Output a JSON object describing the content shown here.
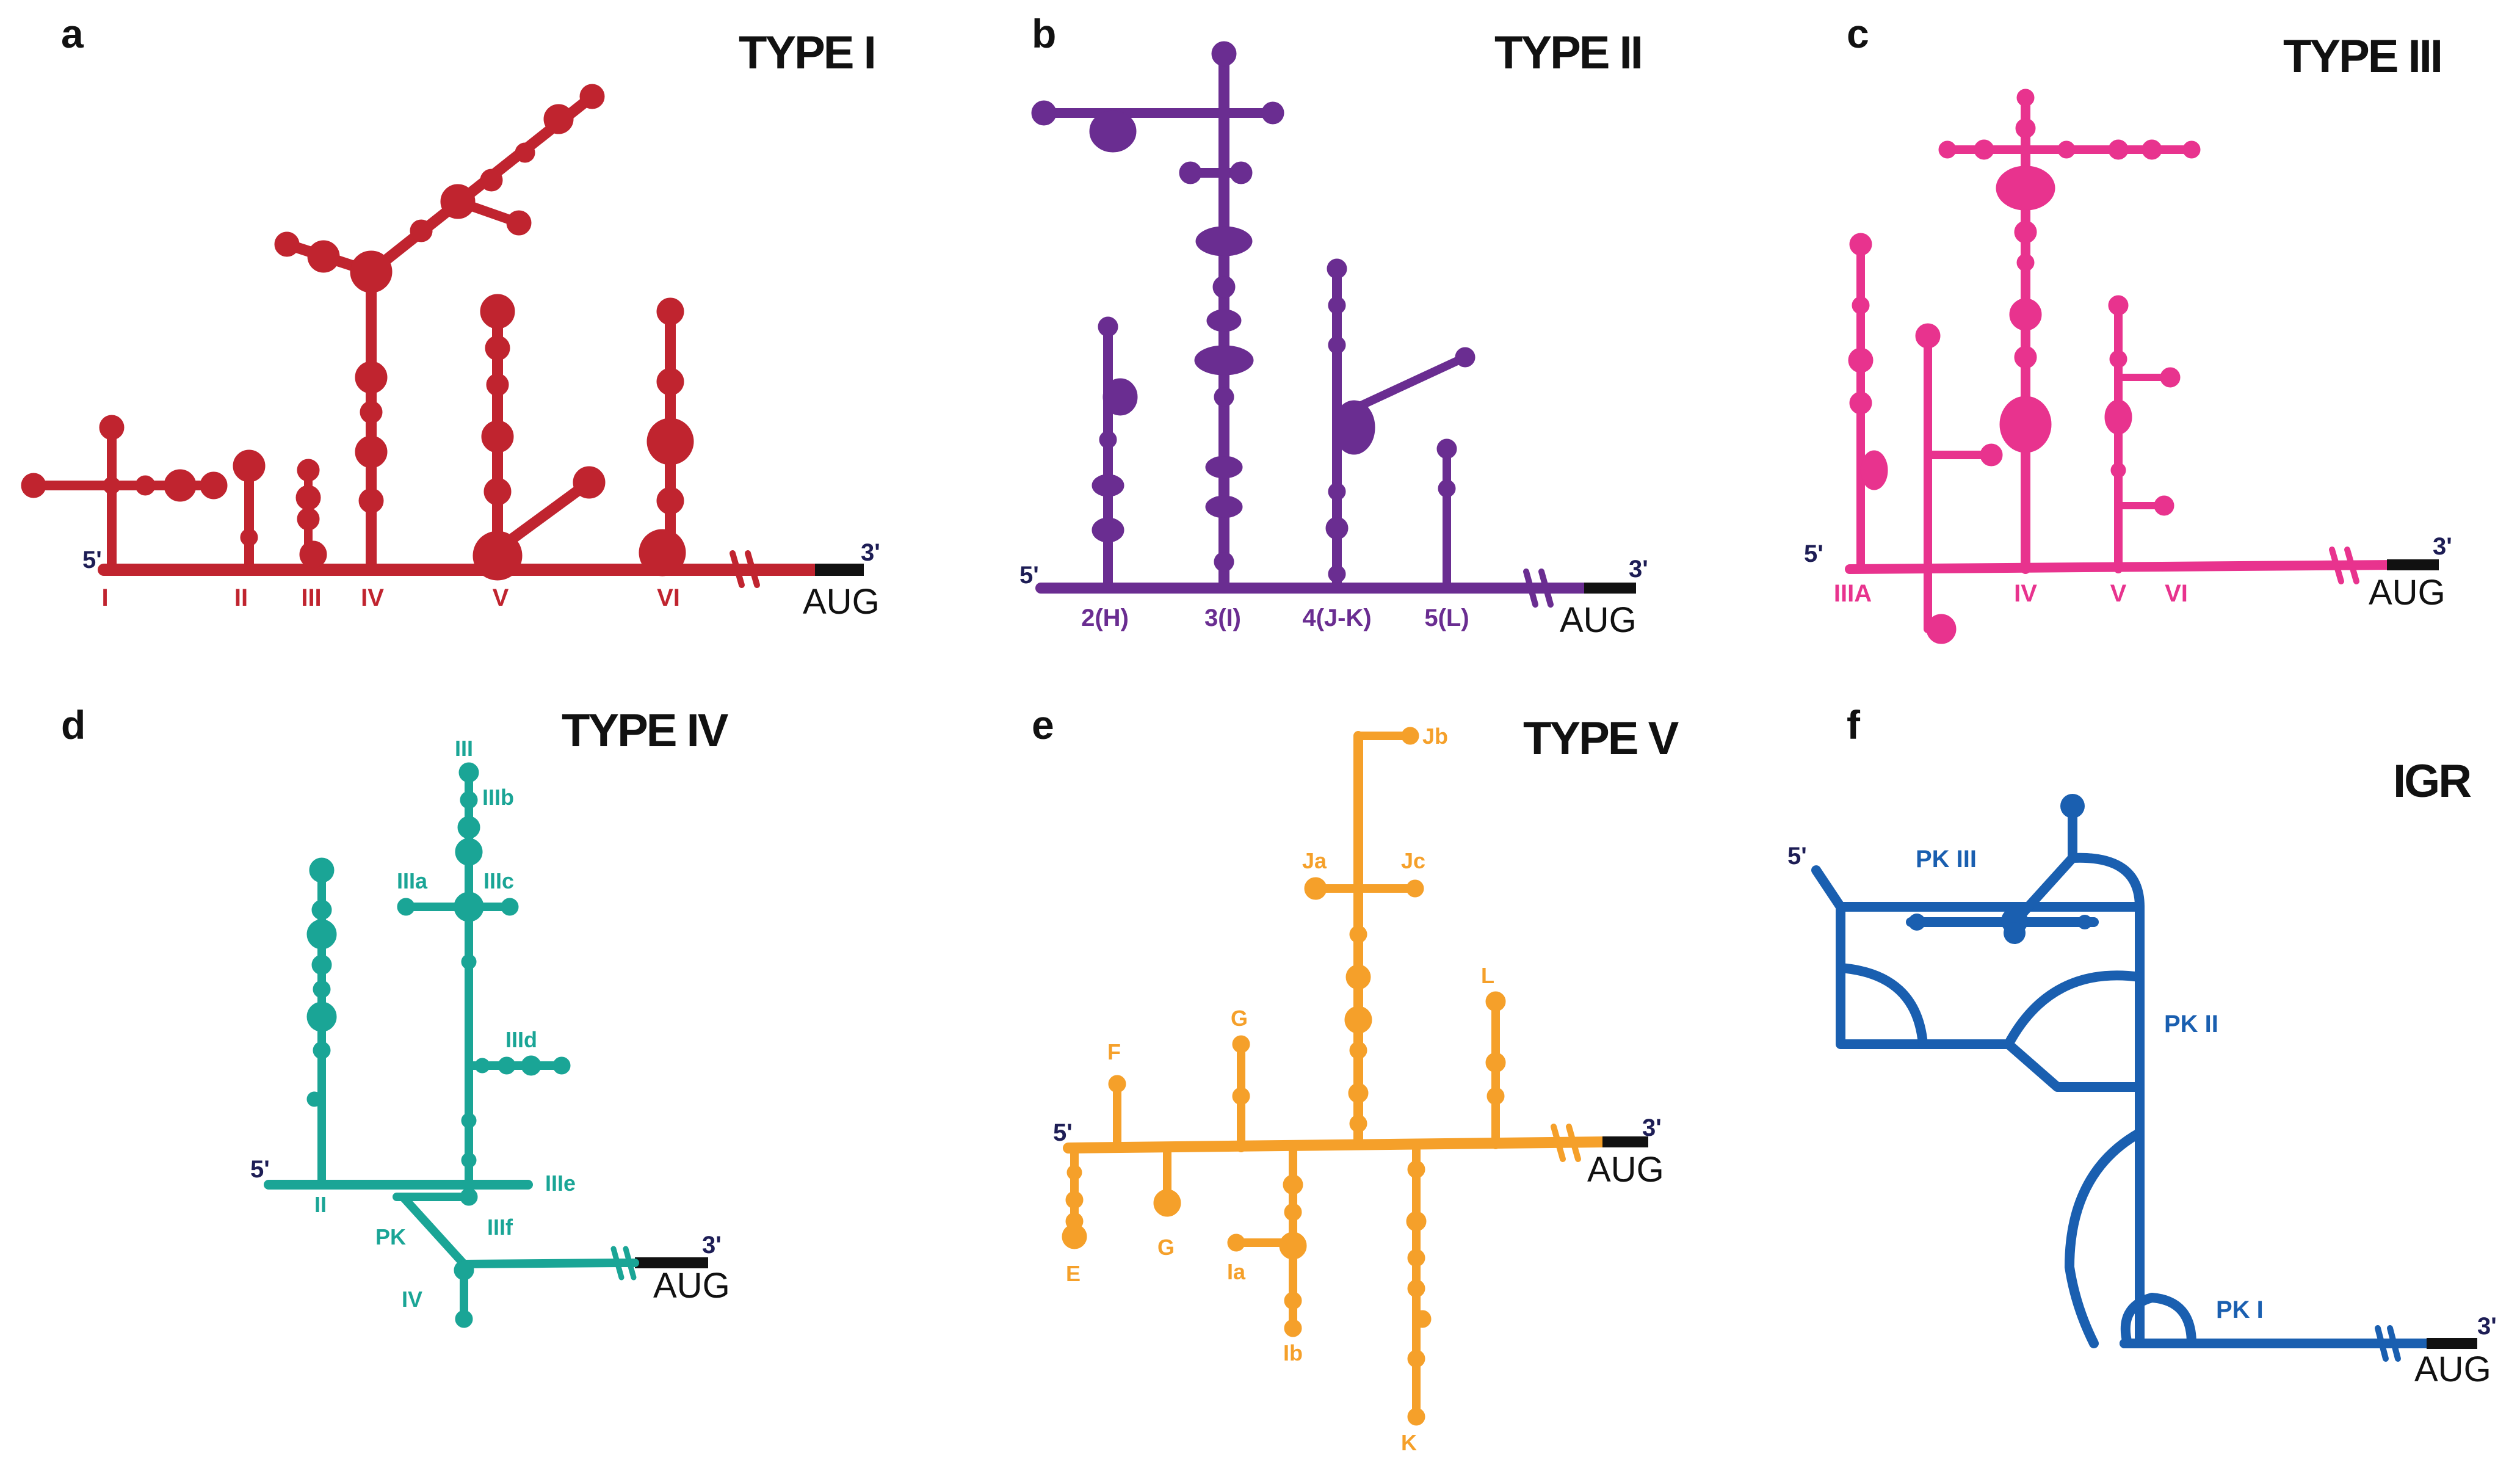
{
  "panels": {
    "a": {
      "letter": "a",
      "title": "TYPE I",
      "color": "#c0242f",
      "five_prime": "5'",
      "three_prime": "3'",
      "start_codon": "AUG",
      "domains": [
        "I",
        "II",
        "III",
        "IV",
        "V",
        "VI"
      ]
    },
    "b": {
      "letter": "b",
      "title": "TYPE II",
      "color": "#6a2d91",
      "five_prime": "5'",
      "three_prime": "3'",
      "start_codon": "AUG",
      "domains": [
        "2(H)",
        "3(I)",
        "4(J-K)",
        "5(L)"
      ]
    },
    "c": {
      "letter": "c",
      "title": "TYPE III",
      "color": "#e8338e",
      "five_prime": "5'",
      "three_prime": "3'",
      "start_codon": "AUG",
      "domains": [
        "IIIA",
        "IV",
        "V",
        "VI"
      ]
    },
    "d": {
      "letter": "d",
      "title": "TYPE IV",
      "color": "#1aa596",
      "five_prime": "5'",
      "three_prime": "3'",
      "start_codon": "AUG",
      "domains": [
        "III",
        "IIIb",
        "IIIa",
        "IIIc",
        "IIId",
        "IIIe",
        "II",
        "PK",
        "IIIf",
        "IV"
      ]
    },
    "e": {
      "letter": "e",
      "title": "TYPE V",
      "color": "#f5a02a",
      "five_prime": "5'",
      "three_prime": "3'",
      "start_codon": "AUG",
      "domains": [
        "Jb",
        "Ja",
        "Jc",
        "L",
        "G",
        "F",
        "E",
        "G",
        "Ia",
        "Ib",
        "K"
      ]
    },
    "f": {
      "letter": "f",
      "title": "IGR",
      "color": "#1a5fb0",
      "five_prime": "5'",
      "three_prime": "3'",
      "start_codon": "AUG",
      "domains": [
        "PK III",
        "PK II",
        "PK I"
      ]
    }
  }
}
